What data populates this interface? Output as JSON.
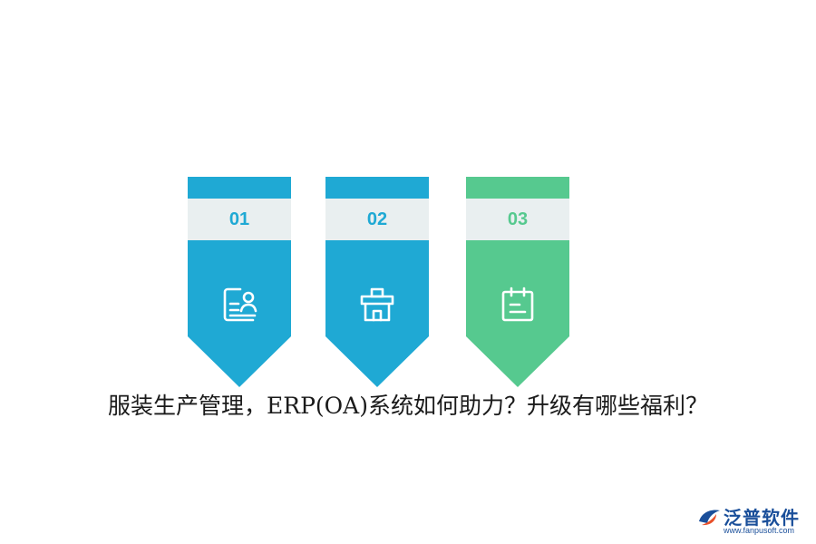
{
  "cards": [
    {
      "number": "01",
      "color": "#1fa9d4",
      "icon": "id-card-icon"
    },
    {
      "number": "02",
      "color": "#1fa9d4",
      "icon": "gift-box-icon"
    },
    {
      "number": "03",
      "color": "#56c98f",
      "icon": "calendar-icon"
    }
  ],
  "headline": "服装生产管理，ERP(OA)系统如何助力？升级有哪些福利？",
  "logo": {
    "brand": "泛普软件",
    "url": "www.fanpusoft.com",
    "color": "#1a4f9a",
    "accent": "#e8502a"
  }
}
